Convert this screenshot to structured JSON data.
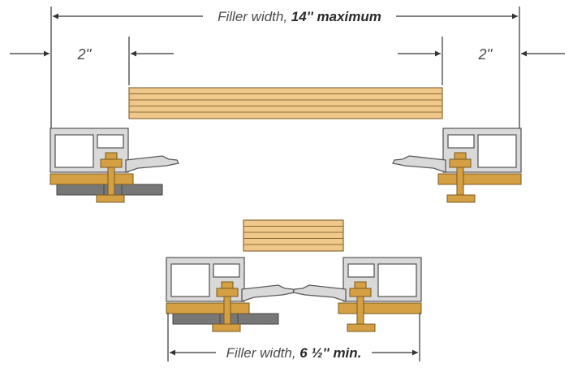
{
  "top": {
    "label_prefix": "Filler width, ",
    "label_bold": "14'' maximum",
    "left_offset": "2''",
    "right_offset": "2''"
  },
  "bottom": {
    "label_prefix": "Filler width, ",
    "label_bold": "6 ½'' min."
  },
  "colors": {
    "dimension_line": "#333333",
    "text": "#4a4a4a",
    "wood_fill": "#f0c98a",
    "wood_stroke": "#8a6a36",
    "extrusion_fill": "#d9d9d9",
    "extrusion_stroke": "#5a5a5a",
    "brass_fill": "#d4a043",
    "brass_stroke": "#7a5a20",
    "steel_bar_fill": "#777777"
  }
}
